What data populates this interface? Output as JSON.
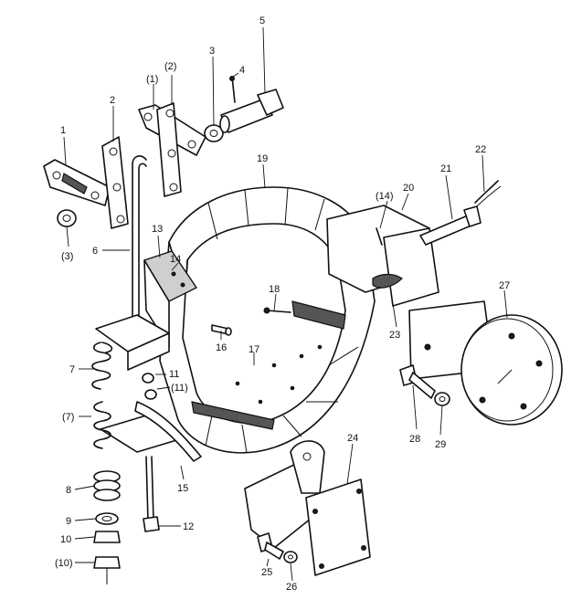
{
  "diagram": {
    "labels": [
      {
        "id": "l1",
        "text": "1"
      },
      {
        "id": "l2",
        "text": "2"
      },
      {
        "id": "l1p",
        "text": "(1)"
      },
      {
        "id": "l2p",
        "text": "(2)"
      },
      {
        "id": "l3",
        "text": "3"
      },
      {
        "id": "l4",
        "text": "4"
      },
      {
        "id": "l5",
        "text": "5"
      },
      {
        "id": "l3p",
        "text": "(3)"
      },
      {
        "id": "l6",
        "text": "6"
      },
      {
        "id": "l13",
        "text": "13"
      },
      {
        "id": "l14",
        "text": "14"
      },
      {
        "id": "l19",
        "text": "19"
      },
      {
        "id": "l14p",
        "text": "(14)"
      },
      {
        "id": "l20",
        "text": "20"
      },
      {
        "id": "l21",
        "text": "21"
      },
      {
        "id": "l22",
        "text": "22"
      },
      {
        "id": "l18",
        "text": "18"
      },
      {
        "id": "l16",
        "text": "16"
      },
      {
        "id": "l17",
        "text": "17"
      },
      {
        "id": "l23",
        "text": "23"
      },
      {
        "id": "l27",
        "text": "27"
      },
      {
        "id": "l7",
        "text": "7"
      },
      {
        "id": "l11",
        "text": "11"
      },
      {
        "id": "l11p",
        "text": "(11)"
      },
      {
        "id": "l7p",
        "text": "(7)"
      },
      {
        "id": "l28",
        "text": "28"
      },
      {
        "id": "l29",
        "text": "29"
      },
      {
        "id": "l24",
        "text": "24"
      },
      {
        "id": "l15",
        "text": "15"
      },
      {
        "id": "l8",
        "text": "8"
      },
      {
        "id": "l9",
        "text": "9"
      },
      {
        "id": "l12",
        "text": "12"
      },
      {
        "id": "l10",
        "text": "10"
      },
      {
        "id": "l10p",
        "text": "(10)"
      },
      {
        "id": "l25",
        "text": "25"
      },
      {
        "id": "l26",
        "text": "26"
      }
    ]
  }
}
